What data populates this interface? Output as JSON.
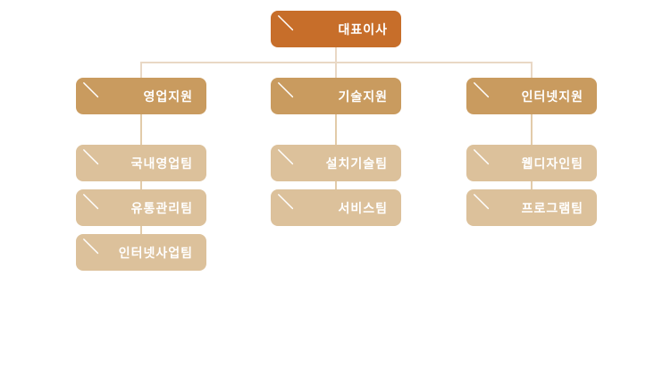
{
  "org_chart": {
    "root": {
      "label": "대표이사"
    },
    "groups": [
      {
        "label": "영업지원",
        "teams": [
          {
            "label": "국내영업팀"
          },
          {
            "label": "유통관리팀"
          },
          {
            "label": "인터넷사업팀"
          }
        ]
      },
      {
        "label": "기술지원",
        "teams": [
          {
            "label": "설치기술팀"
          },
          {
            "label": "서비스팀"
          }
        ]
      },
      {
        "label": "인터넷지원",
        "teams": [
          {
            "label": "웹디자인팀"
          },
          {
            "label": "프로그램팀"
          }
        ]
      }
    ],
    "colors": {
      "root_box": "#c76e2a",
      "group_box": "#c99b5f",
      "team_box": "#dcc19b",
      "connector_top": "#e9d8c5",
      "connector_lower": "#e2cba9",
      "label_text": "#ffffff",
      "background": "#ffffff"
    }
  }
}
